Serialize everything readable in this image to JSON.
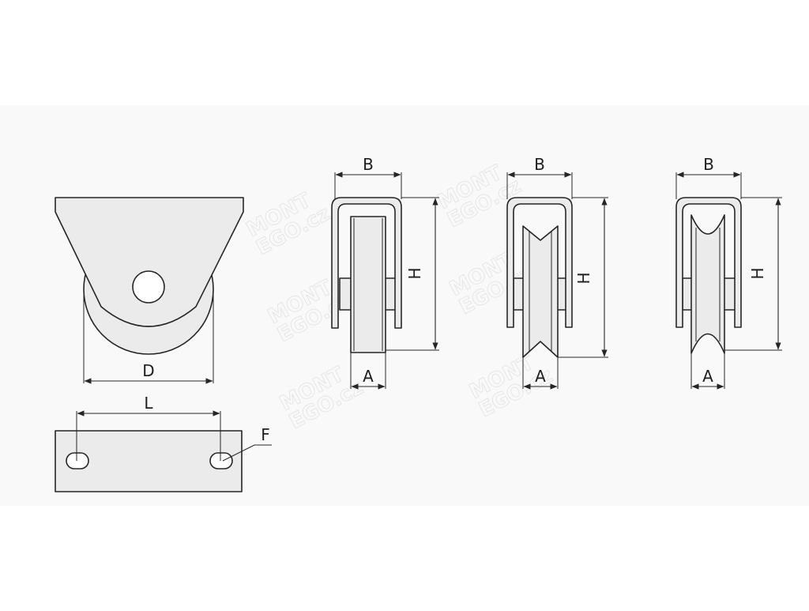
{
  "watermark": {
    "line1": "MONT",
    "line2": "EGO.cz"
  },
  "colors": {
    "background": "#ffffff",
    "panel": "#f9f9f9",
    "part_fill": "#ebebeb",
    "stroke": "#262626"
  },
  "labels": {
    "front_view": {
      "diameter": "D"
    },
    "base_plate": {
      "length": "L",
      "fixing": "F"
    },
    "flat_wheel": {
      "width": "B",
      "height": "H",
      "tread": "A"
    },
    "v_groove_wheel": {
      "width": "B",
      "height": "H",
      "tread": "A"
    },
    "round_groove_wheel": {
      "width": "B",
      "height": "H",
      "tread": "A"
    }
  }
}
